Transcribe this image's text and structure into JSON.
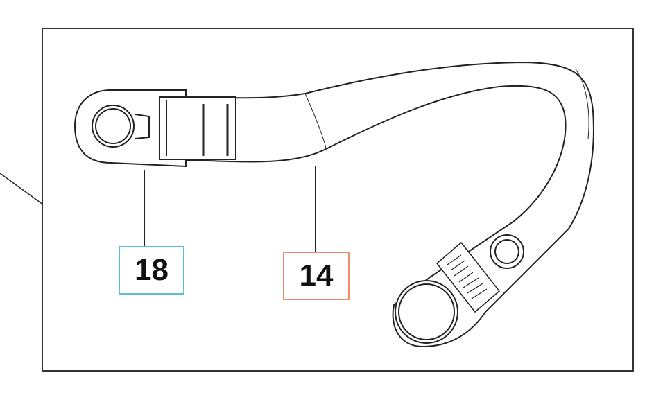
{
  "callouts": [
    {
      "label": "18",
      "part": "clip",
      "color": "#5bbfcf"
    },
    {
      "label": "14",
      "part": "strap",
      "color": "#f08a6a"
    }
  ]
}
